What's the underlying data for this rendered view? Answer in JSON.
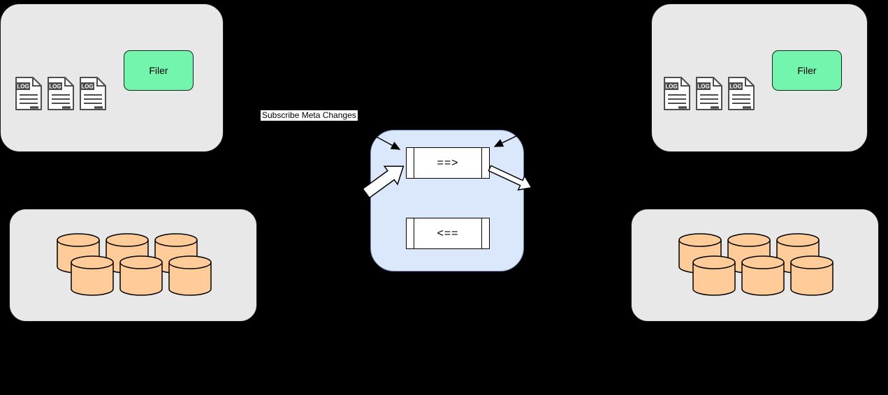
{
  "annotation_label": "Subscribe Meta Changes",
  "log_label": "LOG",
  "left_cluster": {
    "filer_label": "Filer"
  },
  "right_cluster": {
    "filer_label": "Filer"
  },
  "queue": {
    "forward_label": "==>",
    "backward_label": "<=="
  },
  "colors": {
    "background": "#000000",
    "cluster_box_fill": "#e8e8e8",
    "filer_fill": "#73f5ad",
    "queue_box_fill": "#dbe8fc",
    "queue_box_border": "#6c8ebf",
    "cylinder_fill": "#ffcc99",
    "annotation_bg": "#ffffff"
  }
}
